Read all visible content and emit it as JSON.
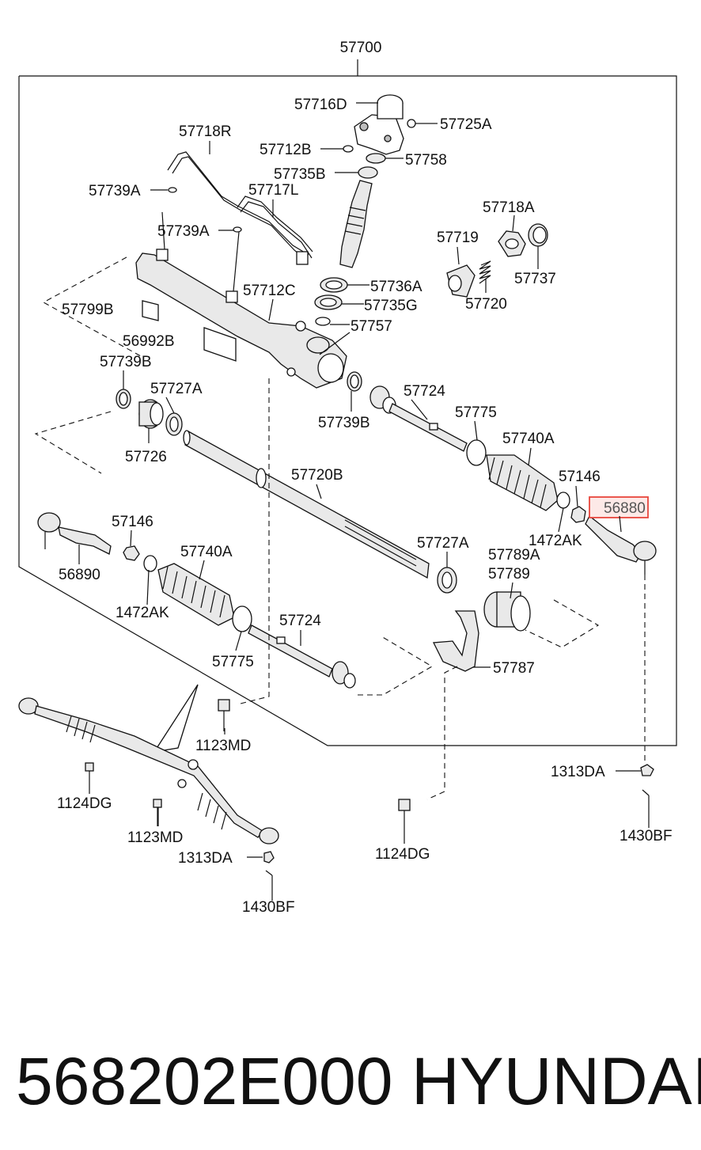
{
  "assembly_label": "57700",
  "footer": {
    "part_number": "568202E000",
    "brand": "HYUNDAI"
  },
  "highlighted_part": "56880",
  "colors": {
    "highlight": "#e8463c",
    "ink": "#111111"
  },
  "labels": {
    "l57716D": "57716D",
    "l57725A": "57725A",
    "l57718R": "57718R",
    "l57712B": "57712B",
    "l57758": "57758",
    "l57735B": "57735B",
    "l57739A_1": "57739A",
    "l57717L": "57717L",
    "l57739A_2": "57739A",
    "l57718A": "57718A",
    "l57719": "57719",
    "l57737": "57737",
    "l57799B": "57799B",
    "l57712C": "57712C",
    "l57736A": "57736A",
    "l57720": "57720",
    "l57735G": "57735G",
    "l56992B": "56992B",
    "l57757": "57757",
    "l57739B_1": "57739B",
    "l57727A_1": "57727A",
    "l57724_1": "57724",
    "l57739B_2": "57739B",
    "l57726": "57726",
    "l57775_1": "57775",
    "l57740A_1": "57740A",
    "l57720B": "57720B",
    "l57146_1": "57146",
    "l56880": "56880",
    "l57146_2": "57146",
    "l1472AK_1": "1472AK",
    "l56890": "56890",
    "l57740A_2": "57740A",
    "l57727A_2": "57727A",
    "l57789A": "57789A",
    "l57789": "57789",
    "l1472AK_2": "1472AK",
    "l57724_2": "57724",
    "l57775_2": "57775",
    "l57787": "57787",
    "l1123MD_1": "1123MD",
    "l1313DA_1": "1313DA",
    "l1124DG_1": "1124DG",
    "l1123MD_2": "1123MD",
    "l1430BF_1": "1430BF",
    "l1313DA_2": "1313DA",
    "l1124DG_2": "1124DG",
    "l1430BF_2": "1430BF"
  }
}
